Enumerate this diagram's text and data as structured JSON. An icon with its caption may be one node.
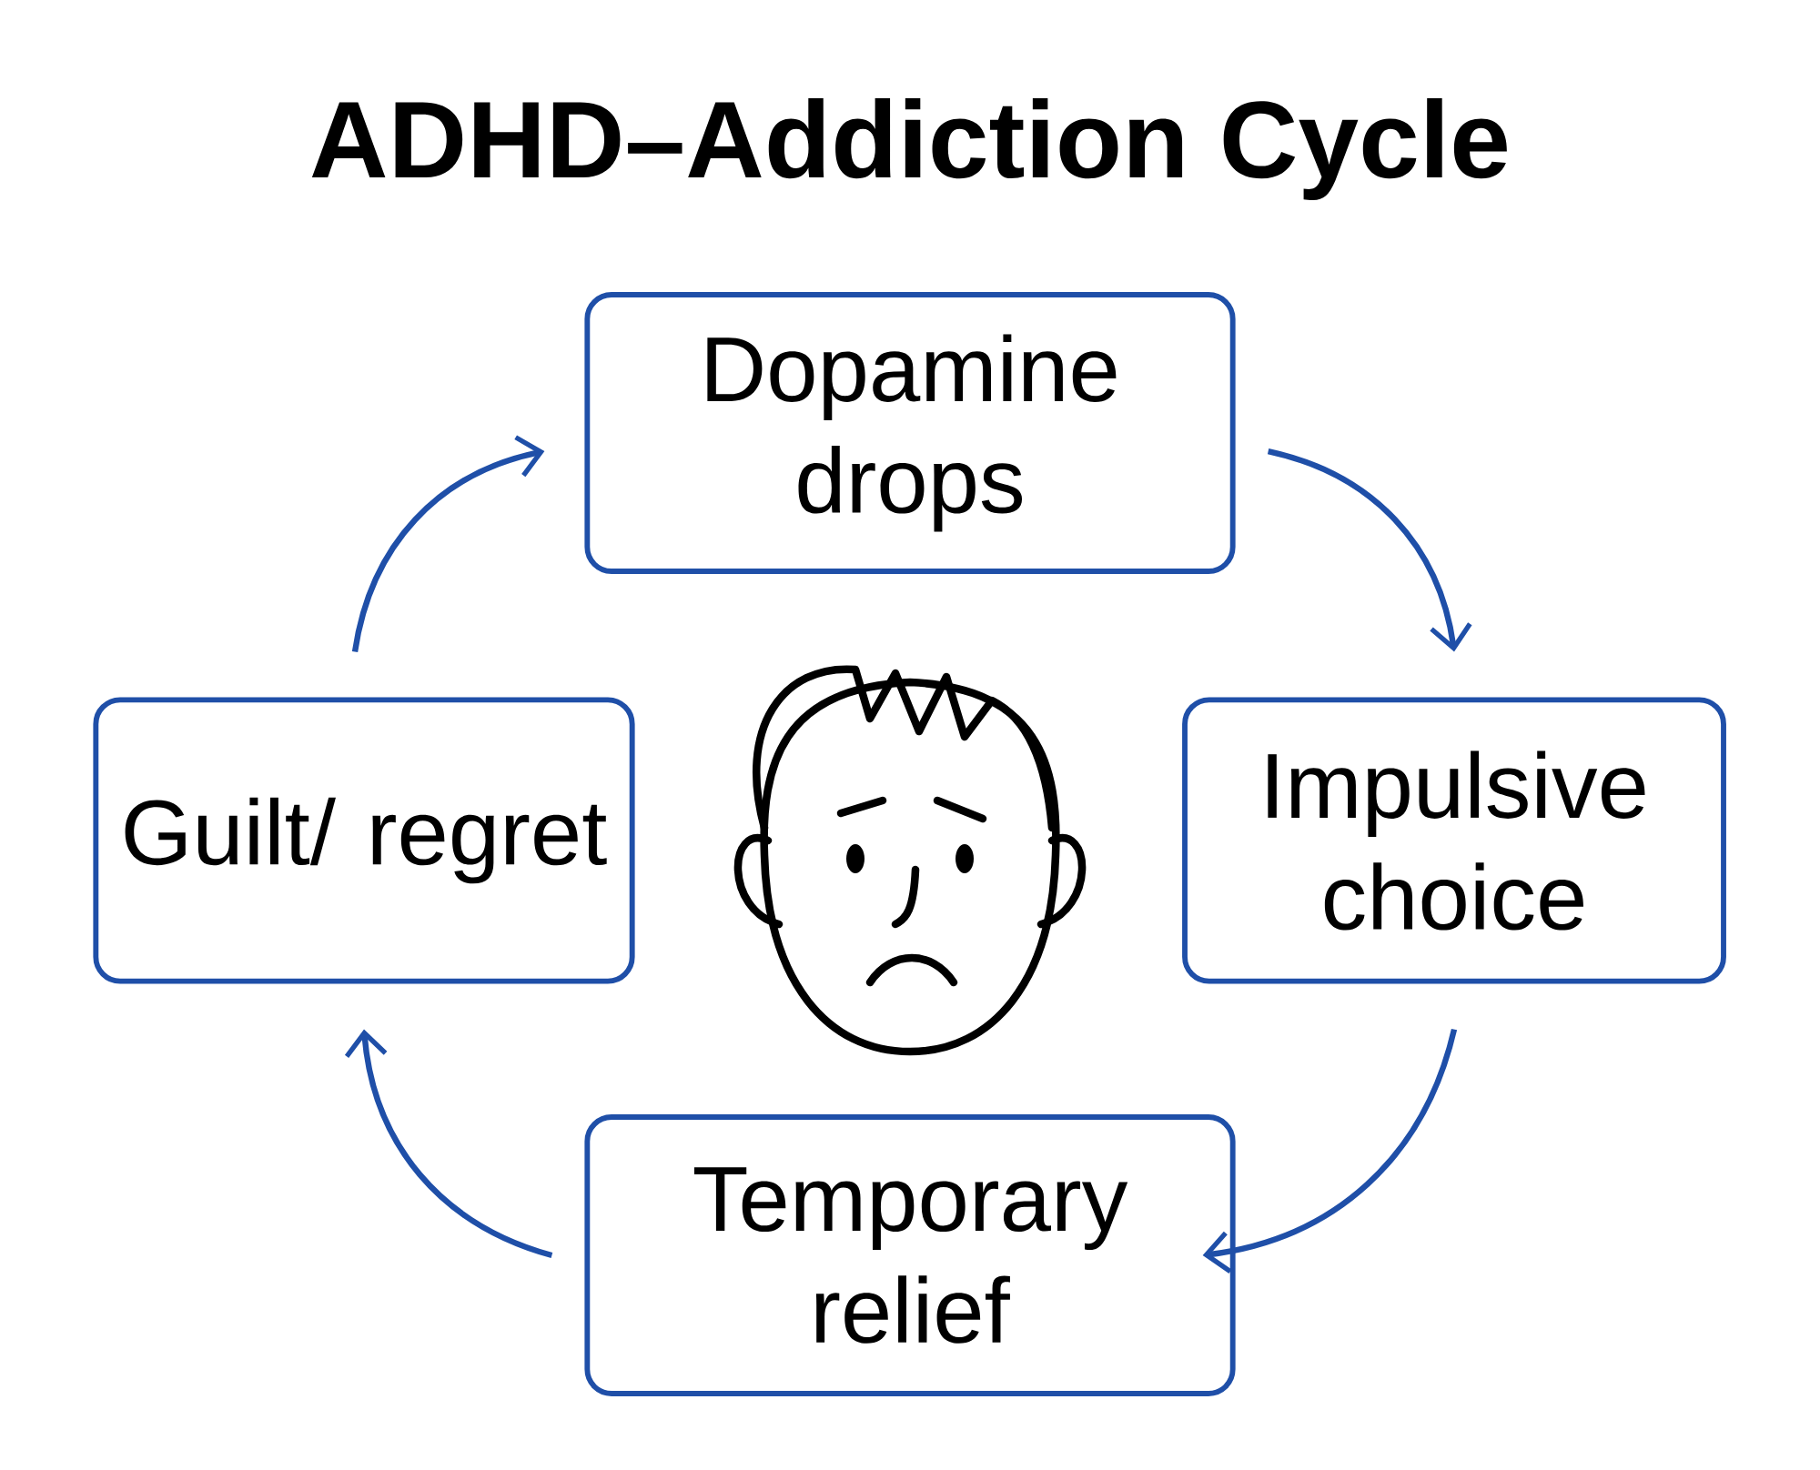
{
  "diagram": {
    "title": "ADHD–Addiction Cycle",
    "nodes": [
      {
        "text": [
          "Dopamine drops"
        ]
      },
      {
        "text": [
          "Impulsive choice"
        ]
      },
      {
        "text": [
          "Temporary relief"
        ]
      },
      {
        "text": [
          "Guilt/ regret"
        ]
      }
    ],
    "edges": [
      {
        "from": 0,
        "to": 1,
        "arrow": "to"
      },
      {
        "from": 1,
        "to": 2,
        "arrow": "to"
      },
      {
        "from": 2,
        "to": 3,
        "arrow": "to"
      },
      {
        "from": 3,
        "to": 0,
        "arrow": "to"
      }
    ]
  }
}
